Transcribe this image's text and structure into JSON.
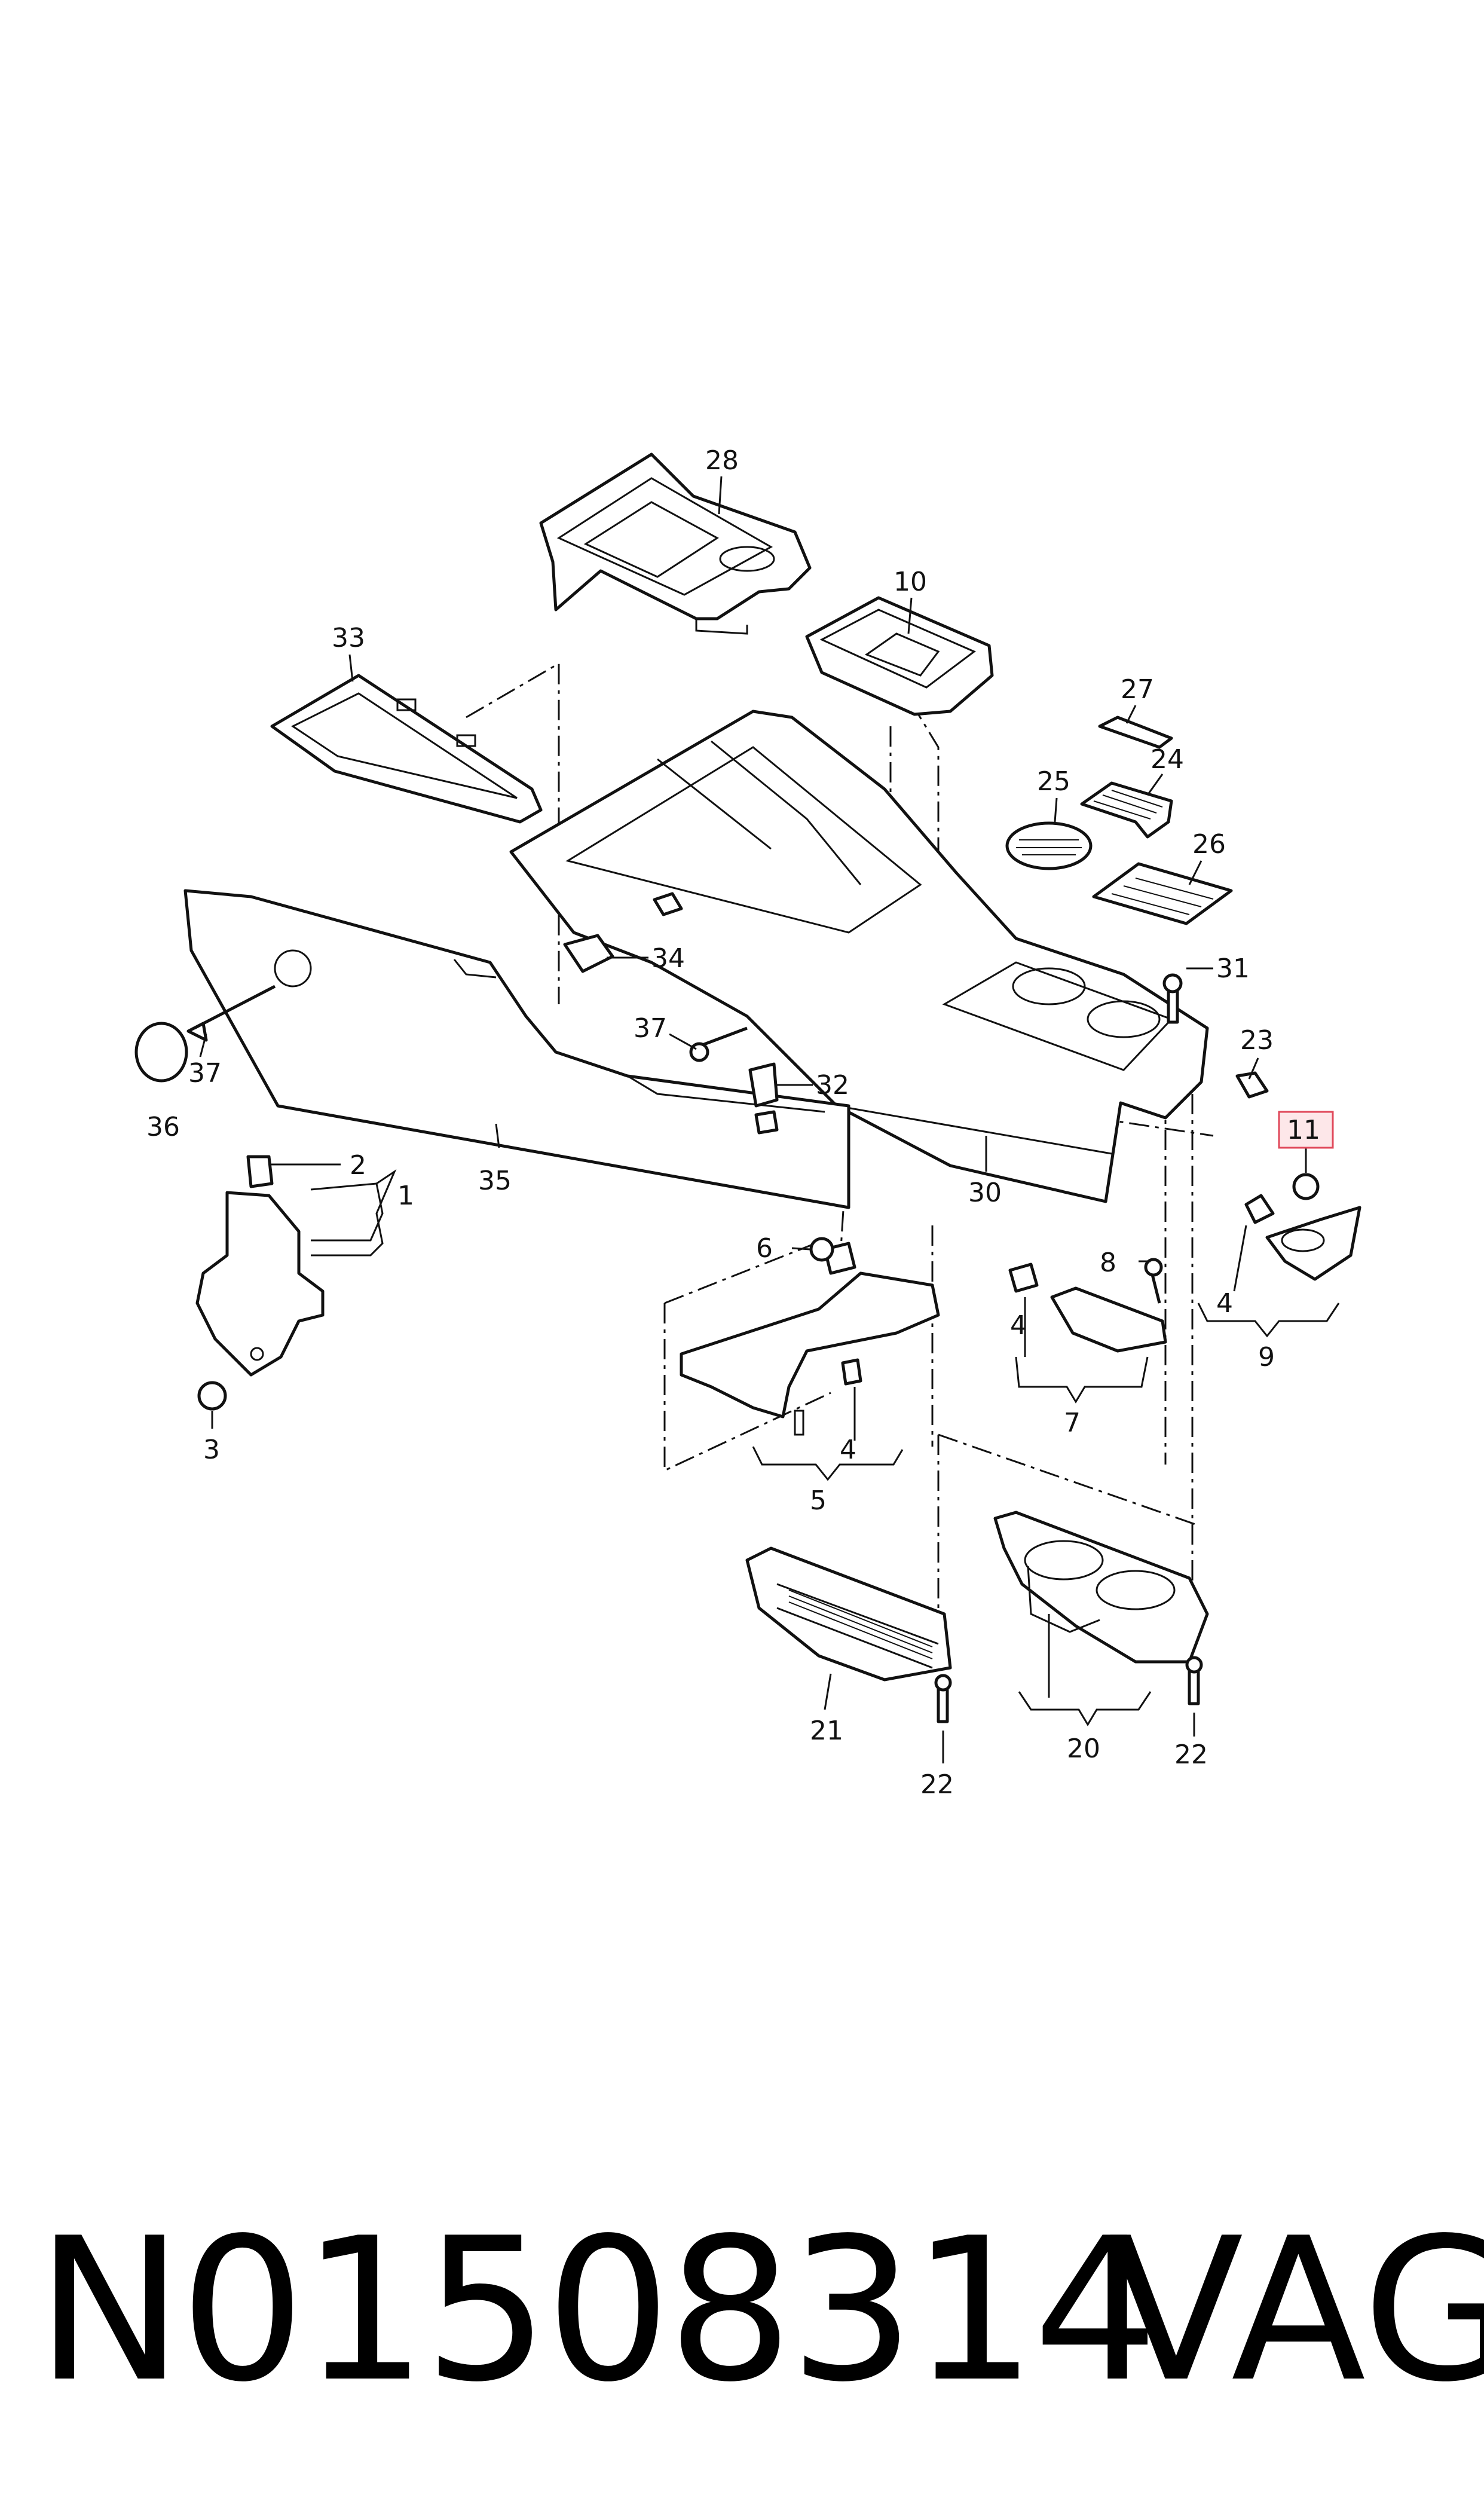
{
  "diagram": {
    "callouts": [
      {
        "id": "c28",
        "text": "28"
      },
      {
        "id": "c10",
        "text": "10"
      },
      {
        "id": "c33",
        "text": "33"
      },
      {
        "id": "c27",
        "text": "27"
      },
      {
        "id": "c24",
        "text": "24"
      },
      {
        "id": "c25",
        "text": "25"
      },
      {
        "id": "c26",
        "text": "26"
      },
      {
        "id": "c34",
        "text": "34"
      },
      {
        "id": "c31",
        "text": "31"
      },
      {
        "id": "c37a",
        "text": "37"
      },
      {
        "id": "c37b",
        "text": "37"
      },
      {
        "id": "c23",
        "text": "23"
      },
      {
        "id": "c36",
        "text": "36"
      },
      {
        "id": "c32",
        "text": "32"
      },
      {
        "id": "c11",
        "text": "11",
        "highlighted": true
      },
      {
        "id": "c2",
        "text": "2"
      },
      {
        "id": "c1",
        "text": "1"
      },
      {
        "id": "c35",
        "text": "35"
      },
      {
        "id": "c30",
        "text": "30"
      },
      {
        "id": "c6",
        "text": "6"
      },
      {
        "id": "c8",
        "text": "8"
      },
      {
        "id": "c4a",
        "text": "4"
      },
      {
        "id": "c4b",
        "text": "4"
      },
      {
        "id": "c4c",
        "text": "4"
      },
      {
        "id": "c9",
        "text": "9"
      },
      {
        "id": "c7",
        "text": "7"
      },
      {
        "id": "c3",
        "text": "3"
      },
      {
        "id": "c5",
        "text": "5"
      },
      {
        "id": "c21",
        "text": "21"
      },
      {
        "id": "c20",
        "text": "20"
      },
      {
        "id": "c22a",
        "text": "22"
      },
      {
        "id": "c22b",
        "text": "22"
      }
    ],
    "highlight_color": "#e0485a"
  },
  "footer": {
    "part_number": "N01508314",
    "brand": "VAG"
  }
}
